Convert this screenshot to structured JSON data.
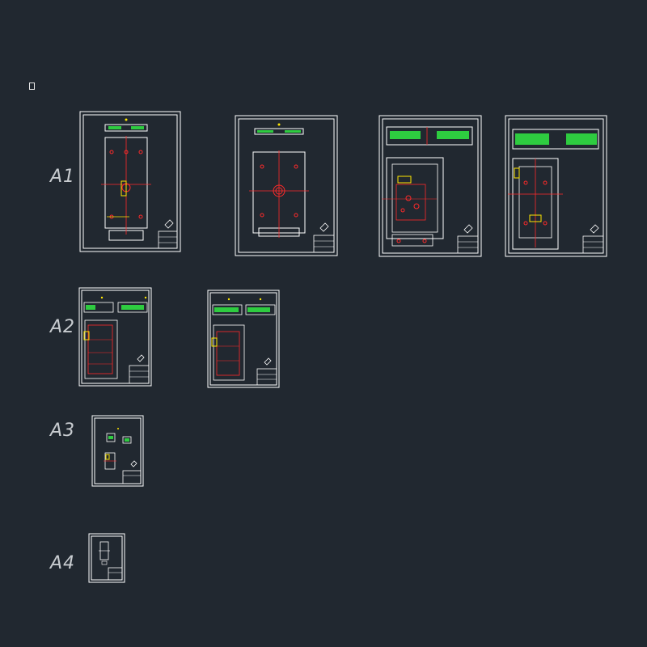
{
  "rows": [
    {
      "label": "A1"
    },
    {
      "label": "A2"
    },
    {
      "label": "A3"
    },
    {
      "label": "A4"
    }
  ],
  "colors": {
    "background": "#212830",
    "frame": "#ffffff",
    "red": "#ff2a2a",
    "green": "#2ecc40",
    "yellow": "#ffe600",
    "label": "#c8ccd0"
  },
  "icons": {
    "cursor": "ucs-cursor-icon"
  }
}
